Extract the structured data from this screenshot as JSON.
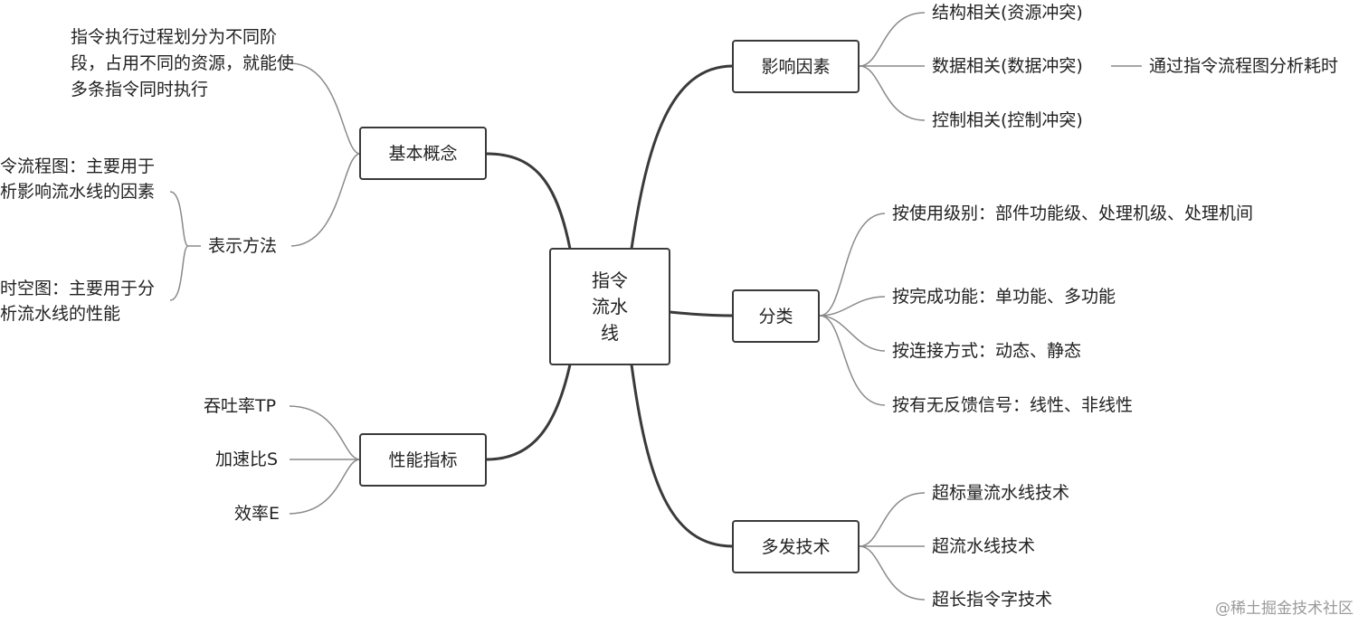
{
  "mindmap": {
    "root": {
      "lines": [
        "指令",
        "流水",
        "线"
      ]
    },
    "branches": {
      "basic": {
        "label": "基本概念",
        "concept_text": "指令执行过程划分为不同阶段，占用不同的资源，就能使多条指令同时执行",
        "representation": {
          "label": "表示方法",
          "flowchart": "指令流程图：主要用于分析影响流水线的因素",
          "spacetime": "时空图：主要用于分析流水线的性能"
        }
      },
      "performance": {
        "label": "性能指标",
        "items": [
          "吞吐率TP",
          "加速比S",
          "效率E"
        ]
      },
      "factors": {
        "label": "影响因素",
        "items": [
          "结构相关(资源冲突)",
          "数据相关(数据冲突)",
          "控制相关(控制冲突)"
        ],
        "data_note": "通过指令流程图分析耗时"
      },
      "classification": {
        "label": "分类",
        "items": [
          "按使用级别：部件功能级、处理机级、处理机间",
          "按完成功能：单功能、多功能",
          "按连接方式：动态、静态",
          "按有无反馈信号：线性、非线性"
        ]
      },
      "multi_issue": {
        "label": "多发技术",
        "items": [
          "超标量流水线技术",
          "超流水线技术",
          "超长指令字技术"
        ]
      }
    }
  },
  "watermark": "@稀土掘金技术社区",
  "colors": {
    "main_link": "#3a3a3a",
    "thin_link": "#8a8a8a",
    "text": "#222222"
  }
}
